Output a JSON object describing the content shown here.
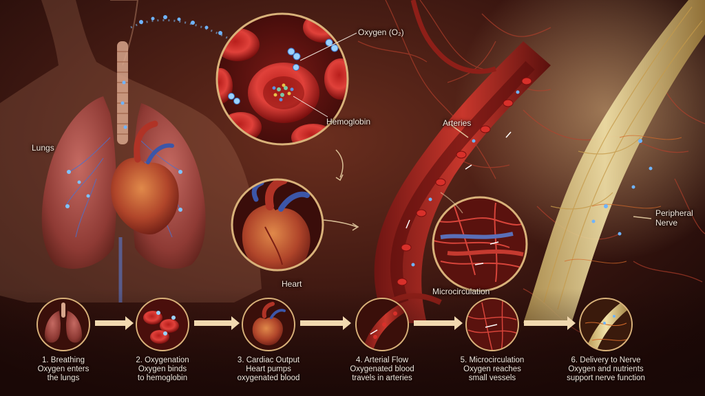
{
  "labels": {
    "oxygen": "Oxygen (O₂)",
    "hemoglobin": "Hemoglobin",
    "lungs": "Lungs",
    "heart": "Heart",
    "arteries": "Arteries",
    "microcirculation": "Microcirculation",
    "nerve_line1": "Peripheral",
    "nerve_line2": "Nerve"
  },
  "steps": [
    {
      "title": "1. Breathing",
      "line1": "Oxygen enters",
      "line2": "the lungs"
    },
    {
      "title": "2. Oxygenation",
      "line1": "Oxygen binds",
      "line2": "to hemoglobin"
    },
    {
      "title": "3. Cardiac Output",
      "line1": "Heart pumps",
      "line2": "oxygenated blood"
    },
    {
      "title": "4. Arterial Flow",
      "line1": "Oxygenated blood",
      "line2": "travels in arteries"
    },
    {
      "title": "5. Microcirculation",
      "line1": "Oxygen reaches",
      "line2": "small vessels"
    },
    {
      "title": "6. Delivery to Nerve",
      "line1": "Oxygen and nutrients",
      "line2": "support nerve function"
    }
  ],
  "colors": {
    "blood": "#a8231e",
    "ring": "#d9b27a",
    "nerve": "#e8d49a",
    "oxygen": "#6fb4ff"
  }
}
